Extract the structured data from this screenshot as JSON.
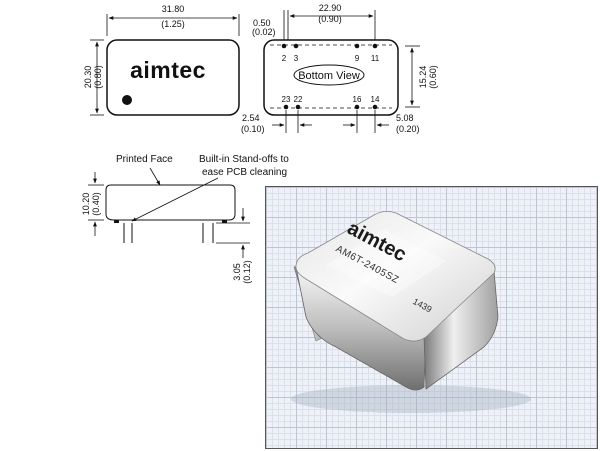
{
  "top_view": {
    "width_mm": "31.80",
    "width_in": "(1.25)",
    "height_mm": "20.30",
    "height_in": "(0.80)",
    "logo": "aimtec"
  },
  "bottom_view": {
    "label": "Bottom View",
    "pitch_mm": "22.90",
    "pitch_in": "(0.90)",
    "offset_mm": "0.50",
    "offset_in": "(0.02)",
    "row_mm": "15.24",
    "row_in": "(0.60)",
    "left_mm": "2.54",
    "left_in": "(0.10)",
    "right_mm": "5.08",
    "right_in": "(0.20)",
    "pins_top": [
      "2",
      "3",
      "9",
      "11"
    ],
    "pins_bottom": [
      "23",
      "22",
      "16",
      "14"
    ]
  },
  "side_view": {
    "printed_face": "Printed Face",
    "standoff_line1": "Built-in Stand-offs to",
    "standoff_line2": "ease PCB cleaning",
    "height_mm": "10.20",
    "height_in": "(0.40)",
    "pin_mm": "3.05",
    "pin_in": "(0.12)"
  },
  "photo": {
    "logo": "aimtec",
    "model": "AM6T-2405SZ",
    "date_code": "1439"
  },
  "colors": {
    "line": "#111111",
    "grid_major": "#b9c6d8",
    "grid_minor": "#d9e1ec",
    "metal_light": "#f4f4f4",
    "metal_dark": "#8c8c8c"
  }
}
